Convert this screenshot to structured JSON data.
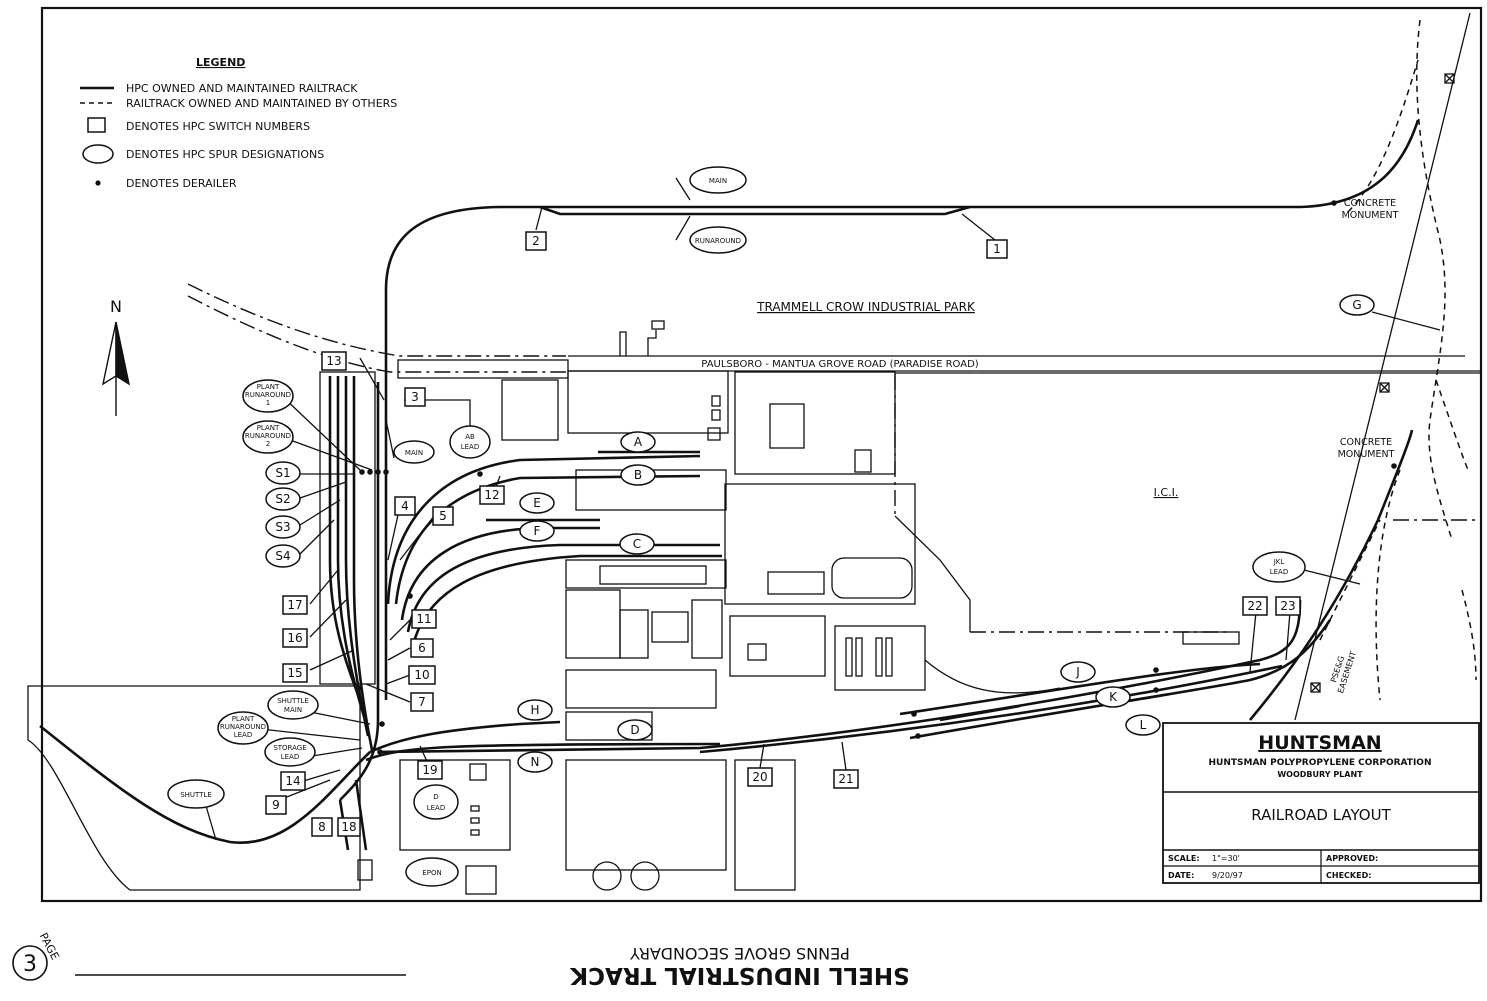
{
  "legend": {
    "title": "LEGEND",
    "items": [
      "HPC OWNED AND MAINTAINED RAILTRACK",
      "RAILTRACK OWNED AND MAINTAINED BY OTHERS",
      "DENOTES HPC SWITCH NUMBERS",
      "DENOTES HPC SPUR DESIGNATIONS",
      "DENOTES DERAILER"
    ]
  },
  "north": "N",
  "places": {
    "trammell": "TRAMMELL CROW INDUSTRIAL PARK",
    "road": "PAULSBORO - MANTUA GROVE ROAD (PARADISE ROAD)",
    "ici": "I.C.I.",
    "concrete_monument_1": [
      "CONCRETE",
      "MONUMENT"
    ],
    "concrete_monument_2": [
      "CONCRETE",
      "MONUMENT"
    ],
    "psegc_easement": [
      "PSE&G",
      "EASEMENT"
    ]
  },
  "switches": [
    "1",
    "2",
    "3",
    "4",
    "5",
    "6",
    "7",
    "8",
    "9",
    "10",
    "11",
    "12",
    "13",
    "14",
    "15",
    "16",
    "17",
    "18",
    "19",
    "20",
    "21",
    "22",
    "23"
  ],
  "spurs": {
    "main_top": "MAIN",
    "runaround_top": "RUNAROUND",
    "plant_runaround_1": [
      "PLANT",
      "RUNAROUND",
      "1"
    ],
    "plant_runaround_2": [
      "PLANT",
      "RUNAROUND",
      "2"
    ],
    "main_left": "MAIN",
    "ab_lead": [
      "AB",
      "LEAD"
    ],
    "s1": "S1",
    "s2": "S2",
    "s3": "S3",
    "s4": "S4",
    "a": "A",
    "b": "B",
    "c": "C",
    "d": "D",
    "e": "E",
    "f": "F",
    "g": "G",
    "h": "H",
    "j": "J",
    "k": "K",
    "l": "L",
    "n": "N",
    "jkl_lead": [
      "JKL",
      "LEAD"
    ],
    "shuttle_main": [
      "SHUTTLE",
      "MAIN"
    ],
    "plant_runaround_lead": [
      "PLANT",
      "RUNAROUND",
      "LEAD"
    ],
    "storage_lead": [
      "STORAGE",
      "LEAD"
    ],
    "shuttle": "SHUTTLE",
    "d_lead": [
      "D",
      "LEAD"
    ],
    "epon": "EPON"
  },
  "title_block": {
    "company": "HUNTSMAN",
    "subtitle_1": "HUNTSMAN POLYPROPYLENE CORPORATION",
    "subtitle_2": "WOODBURY PLANT",
    "drawing_title": "RAILROAD LAYOUT",
    "scale_label": "SCALE:",
    "scale_value": "1\"=30'",
    "date_label": "DATE:",
    "date_value": "9/20/97",
    "approved_label": "APPROVED:",
    "checked_label": "CHECKED:"
  },
  "footer": {
    "mirrored_title": "SHELL INDUSTRIAL TRACK",
    "mirrored_subtitle": "PENNS GROVE SECONDARY",
    "page_label": "PAGE",
    "page_number": "3"
  }
}
